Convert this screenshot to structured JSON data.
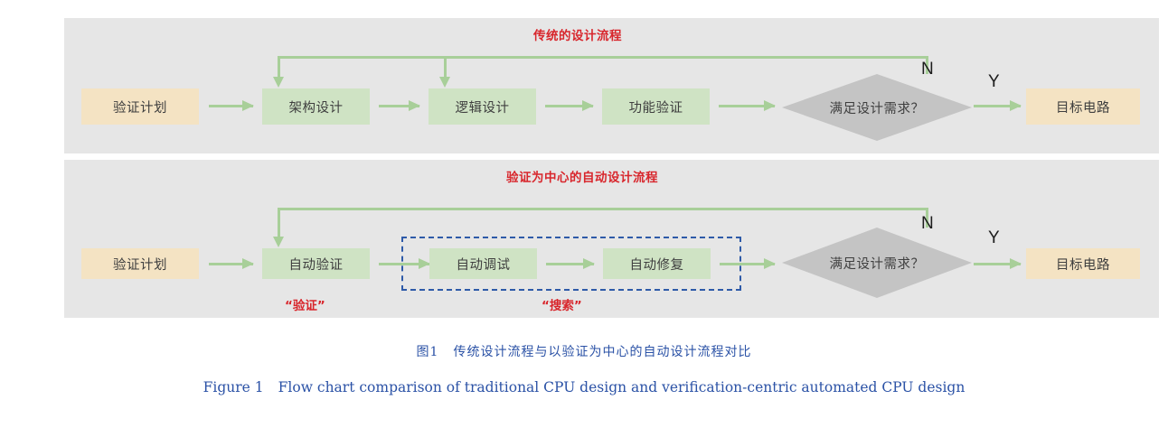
{
  "figure": {
    "caption_cn_label": "图1",
    "caption_cn_text": "传统设计流程与以验证为中心的自动设计流程对比",
    "caption_en_label": "Figure 1",
    "caption_en_text": "Flow chart comparison of traditional CPU design and verification-centric automated CPU design"
  },
  "colors": {
    "panel_bg": "#e6e6e6",
    "node_green": "#cfe3c4",
    "node_tan": "#f4e3c3",
    "decision_gray": "#c4c4c4",
    "arrow_green": "#a8cf99",
    "title_red": "#d8262c",
    "dashed_blue": "#2e5aa8",
    "caption_blue": "#2b52a6"
  },
  "panels": [
    {
      "id": "traditional",
      "title": "传统的设计流程",
      "nodes": [
        {
          "name": "verification-plan",
          "label": "验证计划",
          "style": "tan"
        },
        {
          "name": "architecture-design",
          "label": "架构设计",
          "style": "green"
        },
        {
          "name": "logic-design",
          "label": "逻辑设计",
          "style": "green"
        },
        {
          "name": "functional-verification",
          "label": "功能验证",
          "style": "green"
        },
        {
          "name": "target-circuit",
          "label": "目标电路",
          "style": "tan"
        }
      ],
      "decision": {
        "name": "meets-design-requirements",
        "label": "满足设计需求？"
      },
      "branch_no": "N",
      "branch_yes": "Y"
    },
    {
      "id": "automated",
      "title": "验证为中心的自动设计流程",
      "nodes": [
        {
          "name": "verification-plan",
          "label": "验证计划",
          "style": "tan"
        },
        {
          "name": "auto-verification",
          "label": "自动验证",
          "style": "green"
        },
        {
          "name": "auto-debug",
          "label": "自动调试",
          "style": "green"
        },
        {
          "name": "auto-repair",
          "label": "自动修复",
          "style": "green"
        },
        {
          "name": "target-circuit",
          "label": "目标电路",
          "style": "tan"
        }
      ],
      "decision": {
        "name": "meets-design-requirements",
        "label": "满足设计需求？"
      },
      "branch_no": "N",
      "branch_yes": "Y",
      "annotations": [
        {
          "name": "verify-annotation",
          "label": "“验证”"
        },
        {
          "name": "search-annotation",
          "label": "“搜索”"
        }
      ]
    }
  ]
}
